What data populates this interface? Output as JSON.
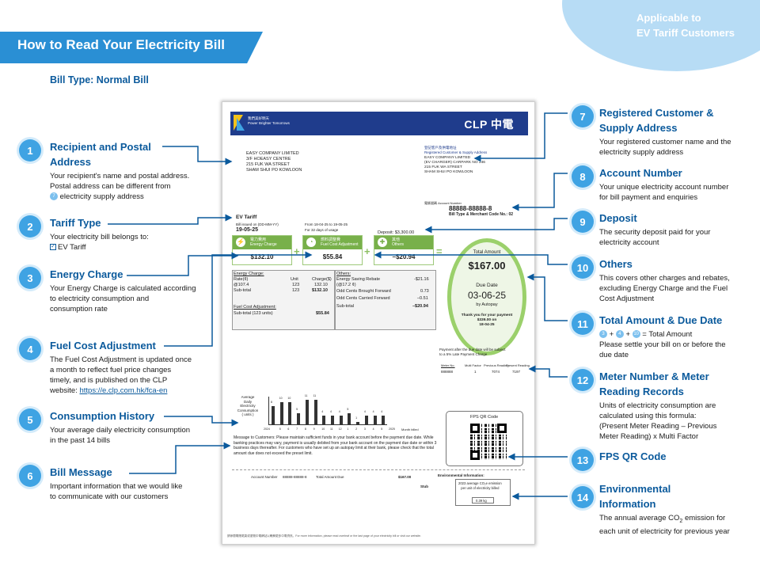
{
  "header": {
    "title": "How to Read Your Electricity Bill",
    "applicable": [
      "Applicable to",
      "EV Tariff Customers"
    ],
    "bill_type": "Bill Type: Normal Bill"
  },
  "left_items": [
    {
      "num": "1",
      "title": [
        "Recipient and Postal",
        "Address"
      ],
      "desc": [
        "Your recipient's name and postal address.",
        "Postal address can be different from"
      ],
      "desc_tail": "electricity supply address",
      "ref": "7"
    },
    {
      "num": "2",
      "title": [
        "Tariff Type"
      ],
      "desc": [
        "Your electricity bill belongs to:"
      ],
      "check": "EV Tariff"
    },
    {
      "num": "3",
      "title": [
        "Energy Charge"
      ],
      "desc": [
        "Your Energy Charge is calculated according",
        "to electricity consumption and",
        "consumption rate"
      ]
    },
    {
      "num": "4",
      "title": [
        "Fuel Cost Adjustment"
      ],
      "desc": [
        "The Fuel Cost Adjustment is updated once",
        "a month to reflect fuel price changes",
        "timely, and is published on the CLP"
      ],
      "desc_link_prefix": "website: ",
      "link": "https://e.clp.com.hk/fca-en"
    },
    {
      "num": "5",
      "title": [
        "Consumption History"
      ],
      "desc": [
        "Your average daily electricity consumption",
        "in the past 14 bills"
      ]
    },
    {
      "num": "6",
      "title": [
        "Bill Message"
      ],
      "desc": [
        "Important information that we would like",
        "to communicate with our customers"
      ]
    }
  ],
  "right_items": [
    {
      "num": "7",
      "title": [
        "Registered Customer &",
        "Supply Address"
      ],
      "desc": [
        "Your registered customer name and the",
        "electricity supply address"
      ]
    },
    {
      "num": "8",
      "title": [
        "Account Number"
      ],
      "desc": [
        "Your unique electricity account number",
        "for bill payment and enquiries"
      ]
    },
    {
      "num": "9",
      "title": [
        "Deposit"
      ],
      "desc": [
        "The security deposit paid for your",
        "electricity account"
      ]
    },
    {
      "num": "10",
      "title": [
        "Others"
      ],
      "desc": [
        "This covers other charges and rebates,",
        "excluding Energy Charge and the Fuel",
        "Cost Adjustment"
      ]
    },
    {
      "num": "11",
      "title": [
        "Total Amount & Due Date"
      ],
      "formula": [
        "3",
        "4",
        "10"
      ],
      "formula_tail": "= Total Amount",
      "desc": [
        "Please settle your bill on or before the",
        "due date"
      ]
    },
    {
      "num": "12",
      "title": [
        "Meter Number & Meter",
        "Reading Records"
      ],
      "desc": [
        "Units of electricity consumption are",
        "calculated using this formula:",
        "(Present Meter Reading – Previous",
        "Meter Reading) x Multi Factor"
      ]
    },
    {
      "num": "13",
      "title": [
        "FPS QR Code"
      ],
      "desc": []
    },
    {
      "num": "14",
      "title": [
        "Environmental",
        "Information"
      ],
      "desc_env": {
        "pre": "The annual average CO",
        "sub": "2",
        "post": " emission for",
        "line2": "each unit of electricity for previous year"
      }
    }
  ],
  "bill": {
    "slogan": [
      "我們美好明天",
      "Power Brighter Tomorrows"
    ],
    "brand": "CLP 中電",
    "recipient": [
      "EASY COMPANY LIMITED",
      "3/F HOEASY CENTRE",
      "215 FUK WA STREET",
      "SHAM SHUI PO KOWLOON"
    ],
    "supply_label": [
      "登記客戶及供電地址",
      "Registered Customer & Supply Address"
    ],
    "supply": [
      "EASY COMPANY LIMITED",
      "(EV CHARGER) CARPARK NO 246",
      "215 FUK WA STREET",
      "SHAM SHUI PO KOWLOON"
    ],
    "account_label": "電賬號碼 Account Number",
    "account": "88888-88888-8",
    "bill_code": "Bill Type & Merchant Code No.: 02",
    "tariff": "EV Tariff",
    "issued_label": "Bill issued on (DD-MM-YY)",
    "issued": "19-05-25",
    "period": "From 18-04-25 to 19-05-25",
    "days": "For 32 days of usage",
    "deposit": "Deposit: $3,300.00",
    "chips": [
      {
        "zh": "電力費用",
        "en": "Energy Charge",
        "value": "$132.10"
      },
      {
        "zh": "燃料調整費",
        "en": "Fuel Cost Adjustment",
        "value": "$55.84"
      },
      {
        "zh": "其他",
        "en": "Others",
        "value": "–$20.94"
      }
    ],
    "total_label": "Total Amount",
    "total": "$167.00",
    "due_label": "Due Date",
    "due": "03-06-25",
    "autopay": "by Autopay",
    "thanks": [
      "Thank you for your payment",
      "$339.00 on",
      "18-04-25"
    ],
    "energy_charge": {
      "title": "Energy Charge:",
      "cols": [
        "Rate(¢)",
        "Unit",
        "Charge($)"
      ],
      "rows": [
        [
          "@107.4",
          "123",
          "132.10"
        ],
        [
          "Sub-total",
          "123",
          "$132.10"
        ]
      ]
    },
    "fuel": {
      "title": "Fuel Cost Adjustment:",
      "row": [
        "Sub-total (123 units)",
        "$55.84"
      ]
    },
    "others": {
      "title": "Others:",
      "rows": [
        [
          "Energy Saving Rebate",
          "-$21.16"
        ],
        [
          "(@17.2 ¢)",
          ""
        ],
        [
          "Odd Cents Brought Forward",
          "0.73"
        ],
        [
          "Odd Cents Carried Forward",
          "–0.51"
        ],
        [
          "Sub-total",
          "–$20.94"
        ]
      ]
    },
    "late": [
      "Payment after the due date will be subject",
      "to a 5% Late Payment Charge"
    ],
    "meter_cols": [
      "Meter No.",
      "Multi Factor",
      "Previous Reading",
      "Present Reading"
    ],
    "meter_row": [
      "888888",
      "1",
      "7074",
      "7197"
    ],
    "history_label": [
      "Average",
      "Daily",
      "Electricity",
      "Consumption",
      "( units )"
    ],
    "history_values": [
      8,
      10,
      10,
      5,
      11,
      11,
      4,
      4,
      4,
      5,
      1,
      4,
      4,
      4
    ],
    "history_years": [
      "2024",
      "2025"
    ],
    "history_months": [
      "5",
      "6",
      "7",
      "8",
      "9",
      "10",
      "11",
      "12",
      "1",
      "2",
      "3",
      "4",
      "5"
    ],
    "month_billed": "Month billed",
    "message": "Message to Customers: Please maintain sufficient funds in your bank account before the payment due date. While banking practices may vary, payment is usually debited from your bank account on the payment due date or within 3 business days thereafter. For customers who have set up an autopay limit at their bank, please check that the total amount due does not exceed the preset limit.",
    "fps": "FPS QR Code",
    "footer_account_label": "Account Number",
    "footer_account": "88888-88888-8",
    "footer_total_label": "Total Amount Due",
    "footer_total": "$167.00",
    "stub": "Stub",
    "env_title": "Environmental Information:",
    "env_text": [
      "2023 average CO₂e emission",
      "per unit of electricity billed"
    ],
    "env_value": "0.39 kg",
    "footnote": "請參閱電賬尾頁或瀏覽中電網站以瞭解更多中電資訊。For more information, please read overleaf or the last page of your electricity bill or visit our website."
  },
  "colors": {
    "accent": "#0b5a9c",
    "badge": "#3fa3e3",
    "ribbon": "#2a8fd4",
    "green": "#78b04a"
  }
}
